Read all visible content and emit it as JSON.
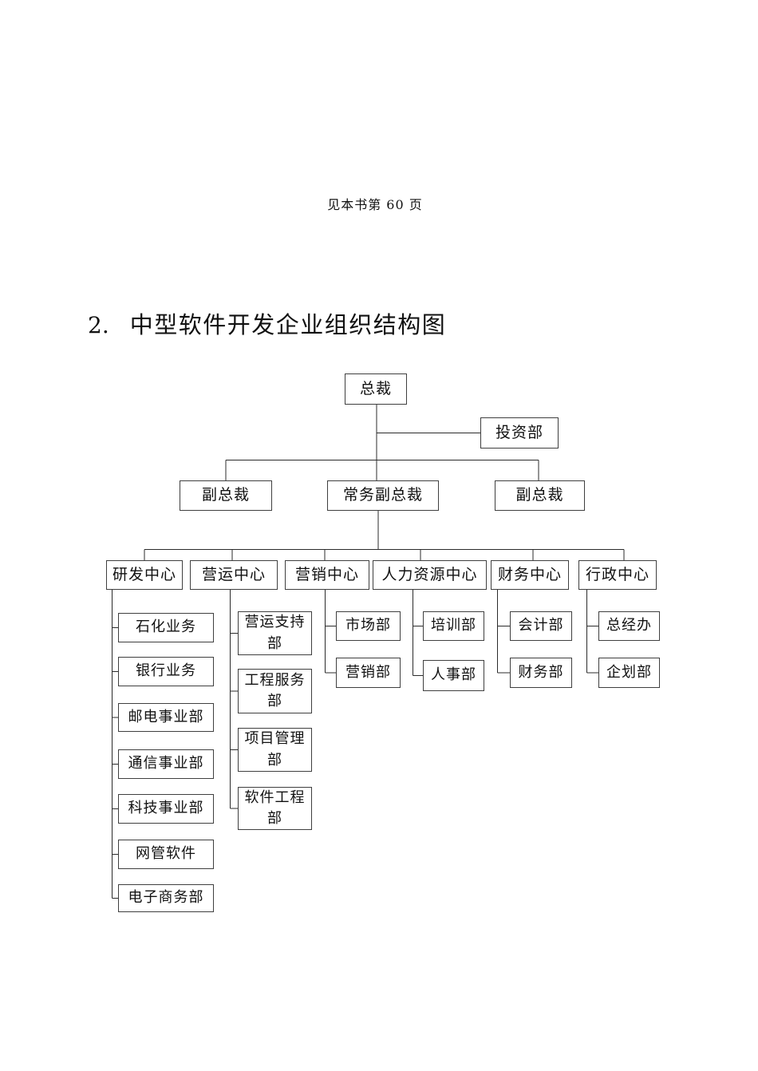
{
  "page": {
    "note": "见本书第 60 页",
    "heading": {
      "number": "2.",
      "title": "中型软件开发企业组织结构图"
    }
  },
  "chart_data": {
    "type": "org-chart",
    "title": "中型软件开发企业组织结构图",
    "root": {
      "label": "总裁",
      "staff": [
        "投资部"
      ],
      "children": [
        {
          "label": "副总裁",
          "children": []
        },
        {
          "label": "常务副总裁",
          "children": [
            {
              "label": "研发中心",
              "children": [
                "石化业务",
                "银行业务",
                "邮电事业部",
                "通信事业部",
                "科技事业部",
                "网管软件",
                "电子商务部"
              ]
            },
            {
              "label": "营运中心",
              "children": [
                "营运支持部",
                "工程服务部",
                "项目管理部",
                "软件工程部"
              ]
            },
            {
              "label": "营销中心",
              "children": [
                "市场部",
                "营销部"
              ]
            },
            {
              "label": "人力资源中心",
              "children": [
                "培训部",
                "人事部"
              ]
            },
            {
              "label": "财务中心",
              "children": [
                "会计部",
                "财务部"
              ]
            },
            {
              "label": "行政中心",
              "children": [
                "总经办",
                "企划部"
              ]
            }
          ]
        },
        {
          "label": "副总裁",
          "children": []
        }
      ]
    }
  }
}
